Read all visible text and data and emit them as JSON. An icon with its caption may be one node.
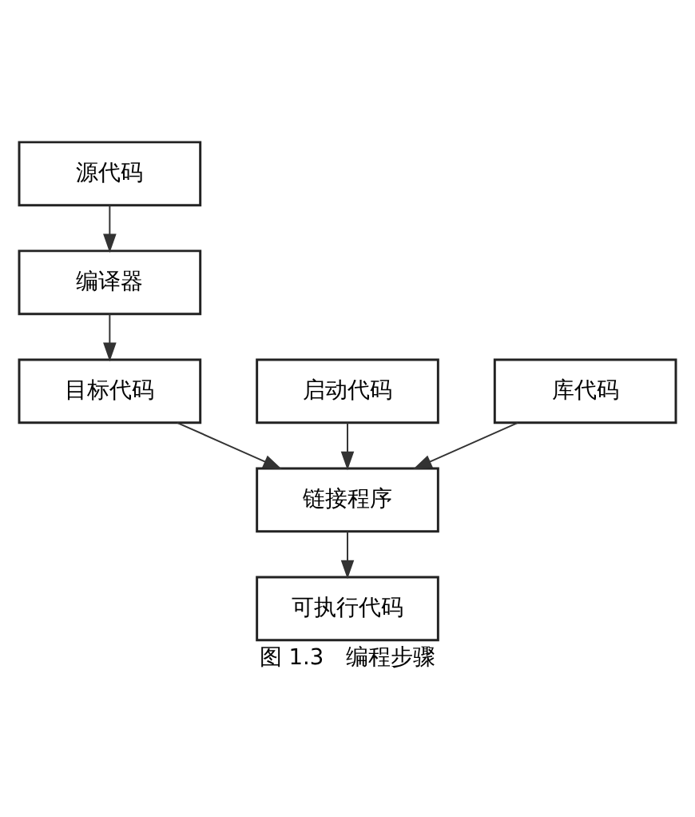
{
  "diagram": {
    "caption": "图 1.3　编程步骤",
    "nodes": [
      {
        "text": [
          "源代码"
        ]
      },
      {
        "text": [
          "编译器"
        ]
      },
      {
        "text": [
          "目标代码"
        ]
      },
      {
        "text": [
          "启动代码"
        ]
      },
      {
        "text": [
          "链接程序"
        ]
      },
      {
        "text": [
          "库代码"
        ]
      },
      {
        "text": [
          "可执行代码"
        ]
      }
    ],
    "edges": [
      {
        "from": 0,
        "to": 1,
        "arrow": "to"
      },
      {
        "from": 1,
        "to": 2,
        "arrow": "to"
      },
      {
        "from": 2,
        "to": 4,
        "arrow": "to"
      },
      {
        "from": 3,
        "to": 4,
        "arrow": "to"
      },
      {
        "from": 5,
        "to": 4,
        "arrow": "to"
      },
      {
        "from": 4,
        "to": 6,
        "arrow": "to"
      }
    ]
  }
}
